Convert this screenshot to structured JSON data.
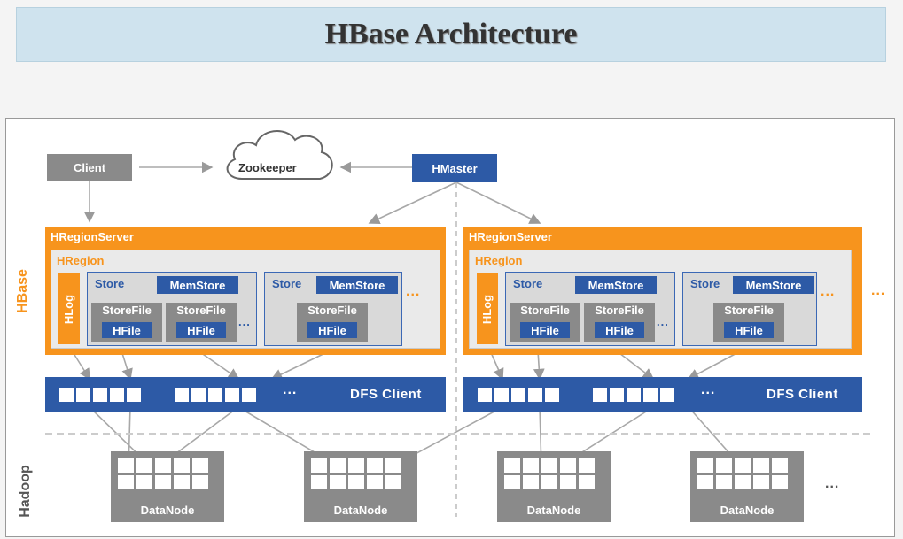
{
  "title": "HBase Architecture",
  "client": "Client",
  "zookeeper": "Zookeeper",
  "hmaster": "HMaster",
  "side_labels": {
    "hbase": "HBase",
    "hadoop": "Hadoop"
  },
  "region_server": "HRegionServer",
  "region": "HRegion",
  "hlog": "HLog",
  "store": "Store",
  "memstore": "MemStore",
  "storefile": "StoreFile",
  "hfile": "HFile",
  "ellipsis": "...",
  "dfs_client": "DFS Client",
  "datanode": "DataNode",
  "colors": {
    "orange": "#f7941d",
    "blue": "#2d5aa6",
    "grey": "#8a8a8a",
    "banner": "#cfe3ee"
  }
}
